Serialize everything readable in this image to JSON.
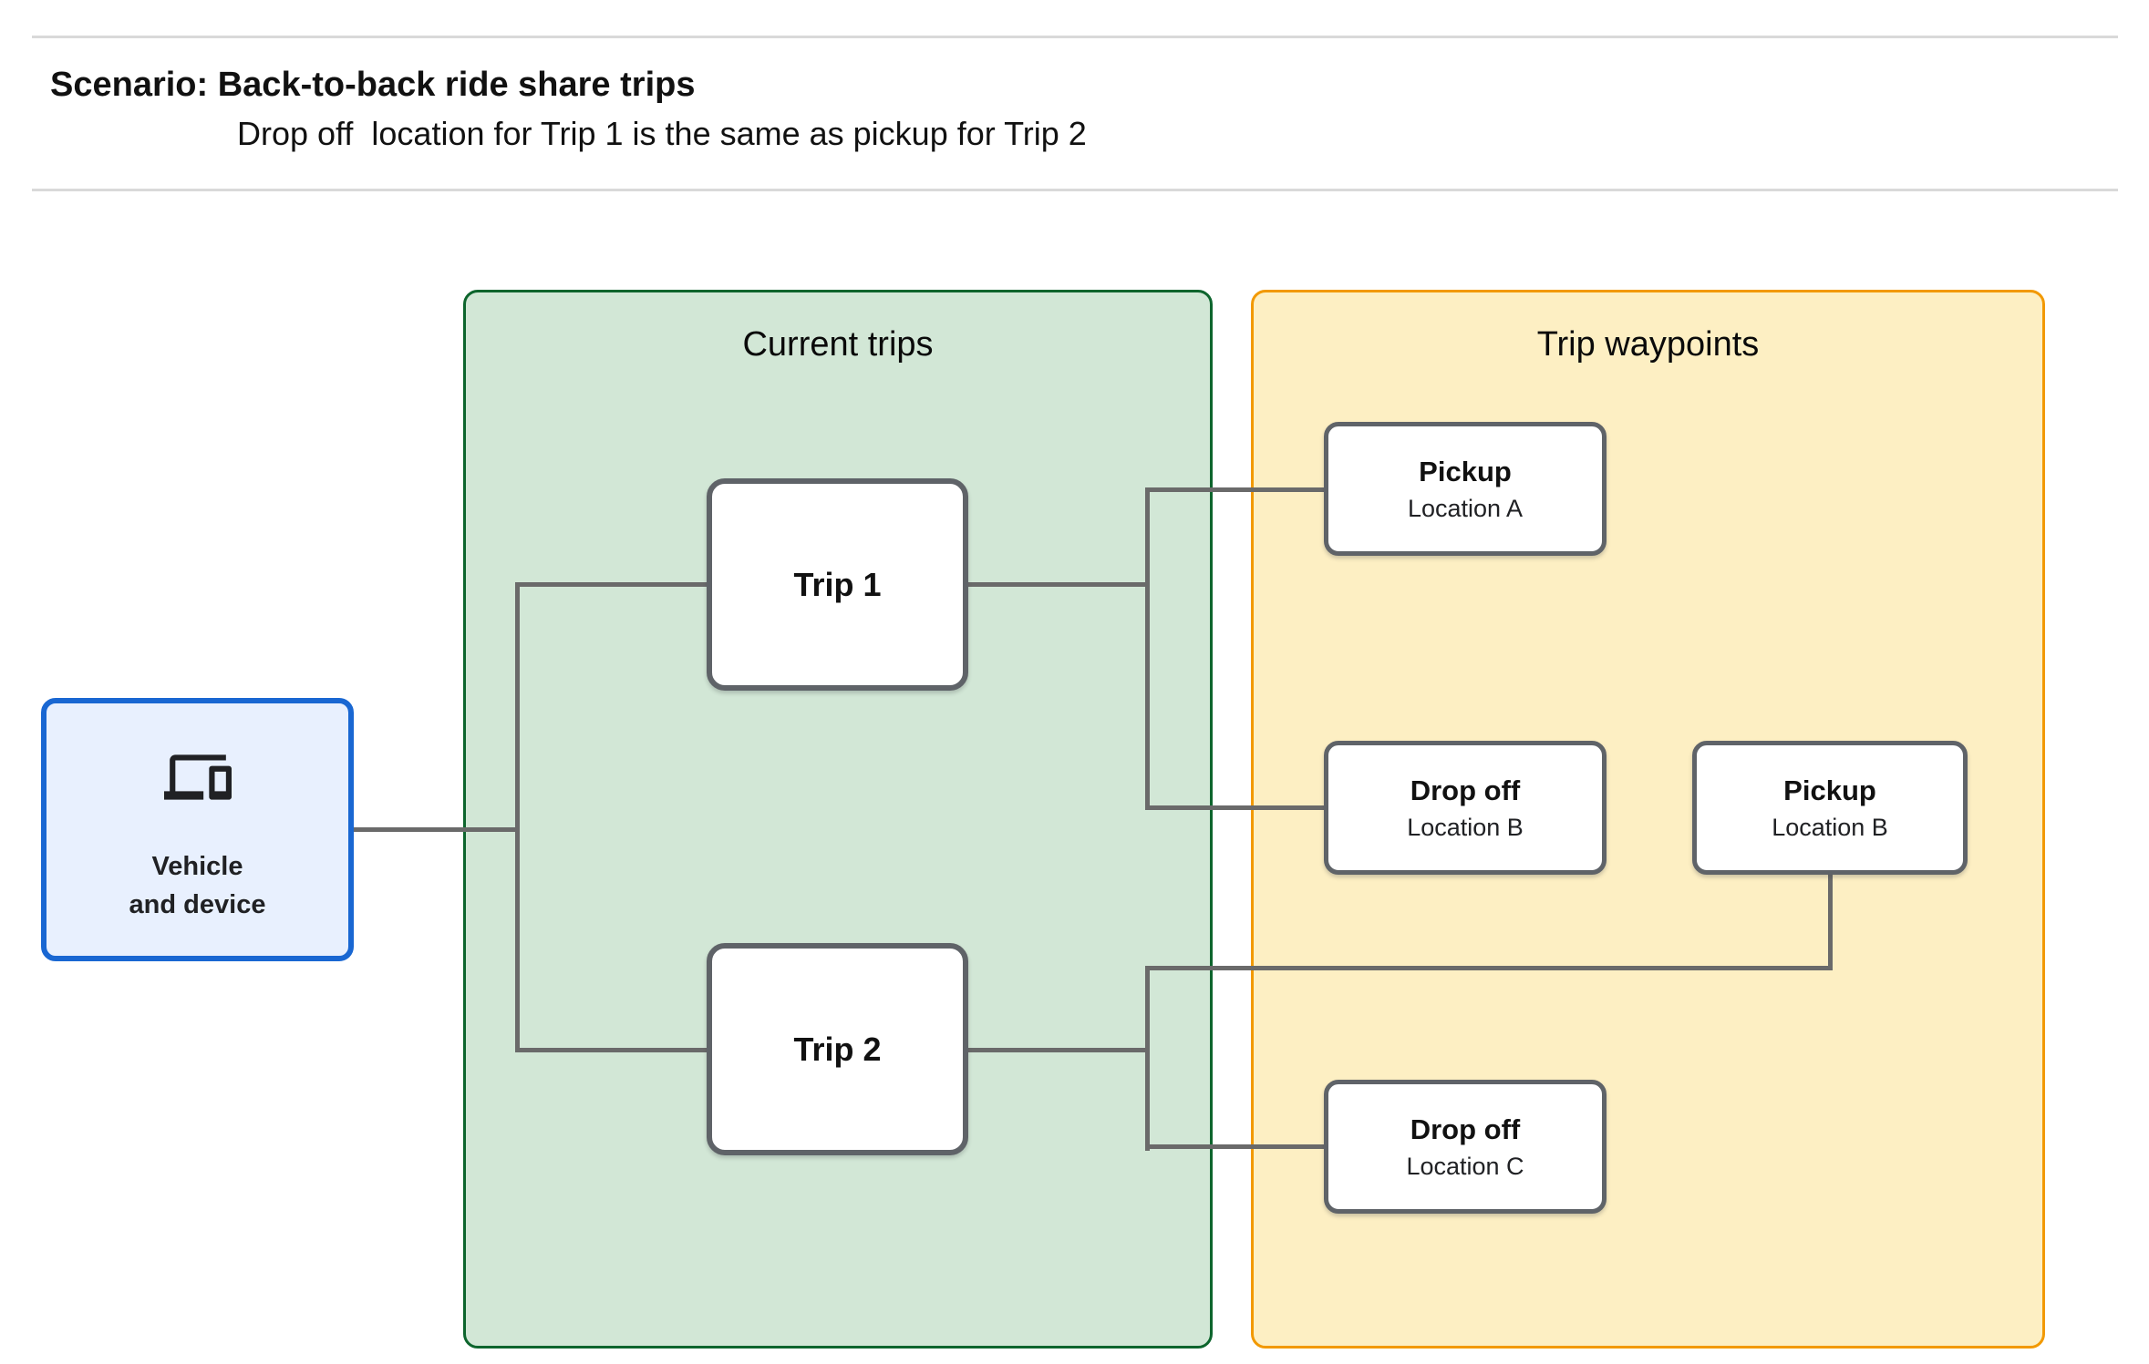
{
  "header": {
    "title": "Scenario: Back-to-back ride share trips",
    "subtitle": "Drop off  location for Trip 1 is the same as pickup for Trip 2"
  },
  "vehicle": {
    "label_line1": "Vehicle",
    "label_line2": "and device",
    "icon": "devices-icon"
  },
  "panels": {
    "current_trips": {
      "title": "Current trips"
    },
    "trip_waypoints": {
      "title": "Trip waypoints"
    }
  },
  "trips": [
    {
      "label": "Trip 1"
    },
    {
      "label": "Trip 2"
    }
  ],
  "waypoints": [
    {
      "title": "Pickup",
      "subtitle": "Location A"
    },
    {
      "title": "Drop off",
      "subtitle": "Location B"
    },
    {
      "title": "Pickup",
      "subtitle": "Location B"
    },
    {
      "title": "Drop off",
      "subtitle": "Location C"
    }
  ],
  "colors": {
    "current_trips_fill": "#d2e7d6",
    "current_trips_border": "#0d652d",
    "trip_waypoints_fill": "#fdefc3",
    "trip_waypoints_border": "#f29900",
    "vehicle_fill": "#e8f0fe",
    "vehicle_border": "#1967d2",
    "node_border": "#5f6368",
    "connector": "#6a6a6a",
    "separator": "#d9d9d9"
  }
}
